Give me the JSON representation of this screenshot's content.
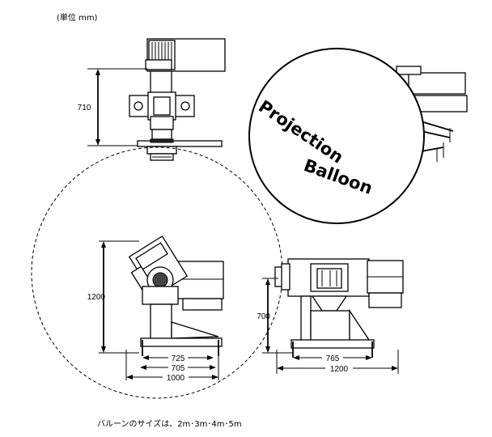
{
  "unit_label": "(単位  mm)",
  "top_view": {
    "height_dim": "710"
  },
  "side_view": {
    "height_dim": "1200",
    "widths": [
      "725",
      "705",
      "1000"
    ]
  },
  "front_view": {
    "height_dim": "700",
    "widths": [
      "765",
      "1200"
    ]
  },
  "balloon": {
    "line1": "Projection",
    "line2": "Balloon"
  },
  "footer_note": "バルーンのサイズは、2m･3m･4m･5m"
}
